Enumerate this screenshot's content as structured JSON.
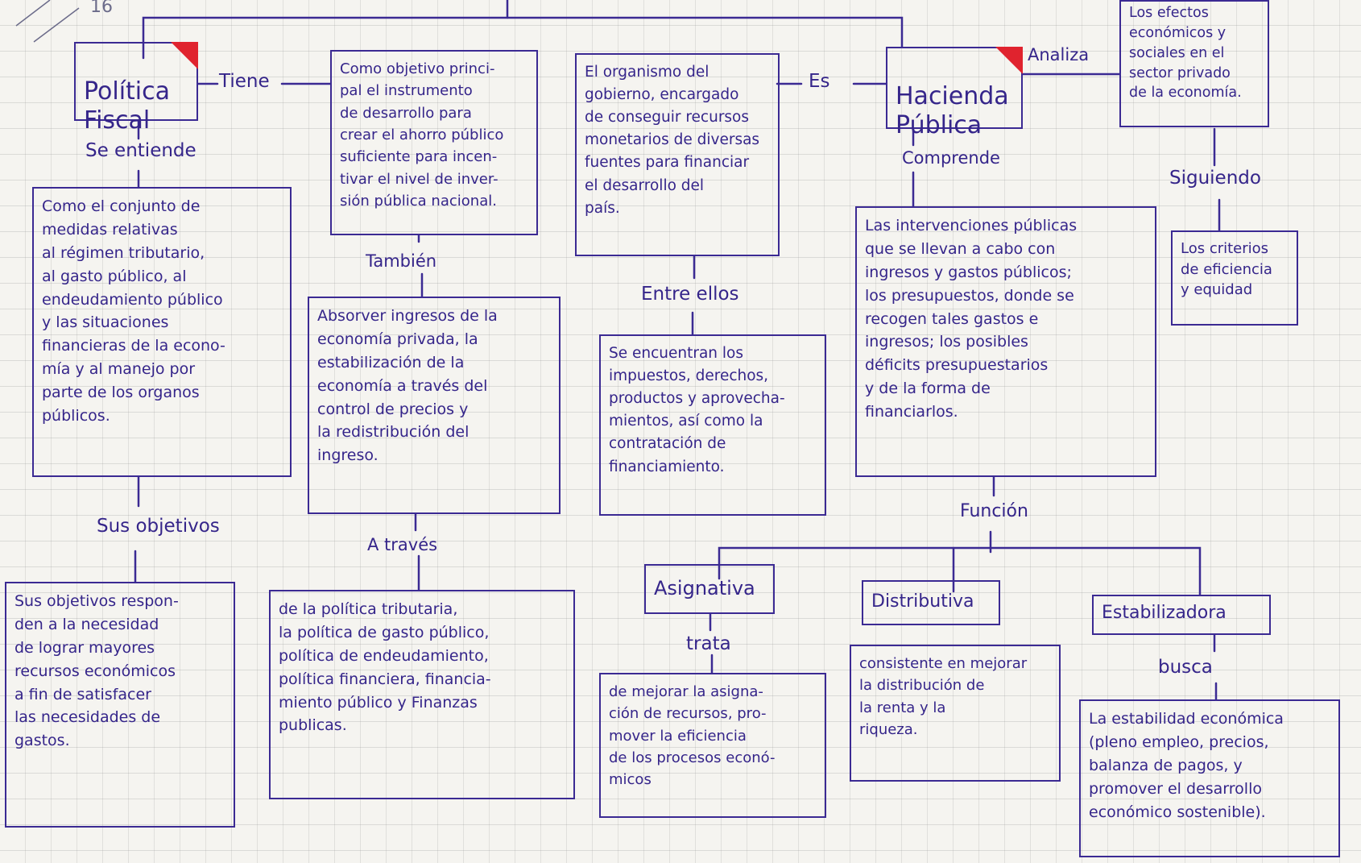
{
  "page_number": "16",
  "nodes": {
    "politica_fiscal": "Política\nFiscal",
    "hacienda_publica": "Hacienda\nPública",
    "objetivo_principal": "Como objetivo princi-\npal el instrumento\nde desarrollo para\ncrear el ahorro público\nsuficiente para incen-\ntivar el nivel de inver-\nsión pública nacional.",
    "organismo": "El organismo del\ngobierno, encargado\nde conseguir recursos\nmonetarios de diversas\nfuentes para financiar\nel desarrollo del\npaís.",
    "efectos": "Los efectos\neconómicos y\nsociales en el\nsector privado\nde la economía.",
    "conjunto_medidas": "Como el conjunto de\nmedidas relativas\nal régimen tributario,\nal gasto público, al\nendeudamiento público\ny las situaciones\nfinancieras de la econo-\nmía y al manejo por\nparte de los organos\npúblicos.",
    "absorver": "Absorver ingresos de la\neconomía privada, la\nestabilización de la\neconomía a través del\ncontrol de precios y\nla redistribución del\ningreso.",
    "impuestos": "Se encuentran los\nimpuestos, derechos,\nproductos y aprovecha-\nmientos, así como la\ncontratación de\nfinanciamiento.",
    "intervenciones": "Las intervenciones públicas\nque se llevan a cabo con\ningresos y gastos públicos;\nlos presupuestos, donde se\nrecogen tales gastos e\ningresos; los posibles\ndéficits presupuestarios\ny de la forma de\nfinanciarlos.",
    "criterios": "Los criterios\nde eficiencia\ny equidad",
    "sus_objetivos_texto": "Sus objetivos respon-\nden a la necesidad\nde lograr mayores\nrecursos económicos\na fin de satisfacer\nlas necesidades de\ngastos.",
    "politicas_lista": "de la política tributaria,\nla política de gasto público,\npolítica de endeudamiento,\npolítica financiera, financia-\nmiento público y Finanzas\npublicas.",
    "asignativa": "Asignativa",
    "distributiva": "Distributiva",
    "estabilizadora": "Estabilizadora",
    "asignativa_texto": "de mejorar la asigna-\nción de recursos, pro-\nmover la eficiencia\nde los procesos econó-\nmicos",
    "distributiva_texto": "consistente en mejorar\nla distribución de\nla renta y la\nriqueza.",
    "estabilizadora_texto": "La estabilidad económica\n(pleno empleo, precios,\nbalanza de pagos, y\npromover el desarrollo\neconómico sostenible)."
  },
  "connectors": {
    "tiene": "Tiene",
    "es": "Es",
    "analiza": "Analiza",
    "se_entiende": "Se entiende",
    "comprende": "Comprende",
    "siguiendo": "Siguiendo",
    "tambien": "También",
    "entre_ellos": "Entre ellos",
    "sus_objetivos": "Sus objetivos",
    "a_traves": "A través",
    "funcion": "Función",
    "trata": "trata",
    "busca": "busca"
  },
  "colors": {
    "ink": "#3b2a93",
    "flag": "#e0232e",
    "paper": "#f5f4f0"
  }
}
